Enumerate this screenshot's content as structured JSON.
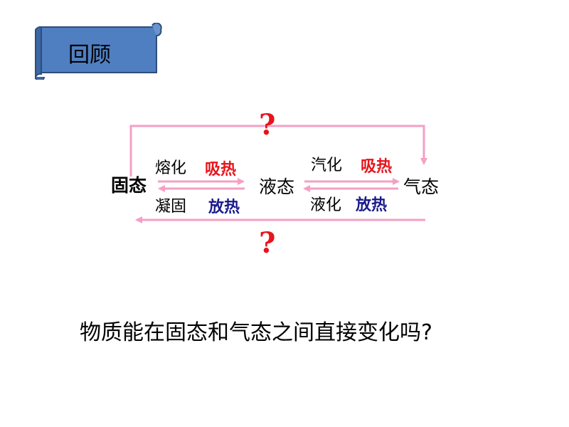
{
  "title_banner": {
    "label": "回顾"
  },
  "states": {
    "solid": "固态",
    "liquid": "液态",
    "gas": "气态"
  },
  "processes": {
    "melting": "熔化",
    "solidification": "凝固",
    "vaporization": "汽化",
    "liquefaction": "液化"
  },
  "heat": {
    "absorb_1": "吸热",
    "release_1": "放热",
    "absorb_2": "吸热",
    "release_2": "放热"
  },
  "unknown_marks": {
    "top": "?",
    "bottom": "?"
  },
  "question": "物质能在固态和气态之间直接变化吗?",
  "colors": {
    "banner_fill": "#4f7fc1",
    "banner_stroke": "#2e4e7a",
    "arrow": "#f59fc4",
    "absorb": "#e8141c",
    "release": "#1a1a8c"
  }
}
